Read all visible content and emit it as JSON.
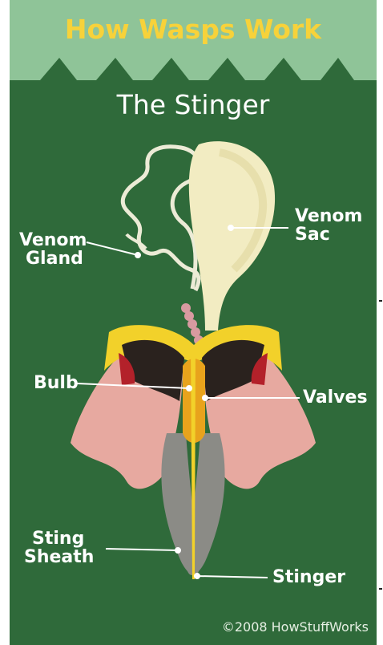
{
  "header": {
    "title": "How Wasps Work",
    "bg_color": "#8fc498",
    "title_color": "#f7d23a"
  },
  "diagram": {
    "subtitle": "The Stinger",
    "background_color": "#2f6a3a",
    "labels": {
      "venom_gland": [
        "Venom",
        "Gland"
      ],
      "venom_sac": [
        "Venom",
        "Sac"
      ],
      "bulb": "Bulb",
      "valves": "Valves",
      "sting_sheath": [
        "Sting",
        "Sheath"
      ],
      "stinger": "Stinger"
    },
    "colors": {
      "venom_sac": "#f2ecc2",
      "muscle": "#e7a9a0",
      "sheath": "#8b8b86",
      "chitin": "#f2d12a",
      "bulb": "#e8a31c",
      "dark_cavity": "#2a221e"
    }
  },
  "footer": {
    "copyright": "©2008 HowStuffWorks"
  }
}
